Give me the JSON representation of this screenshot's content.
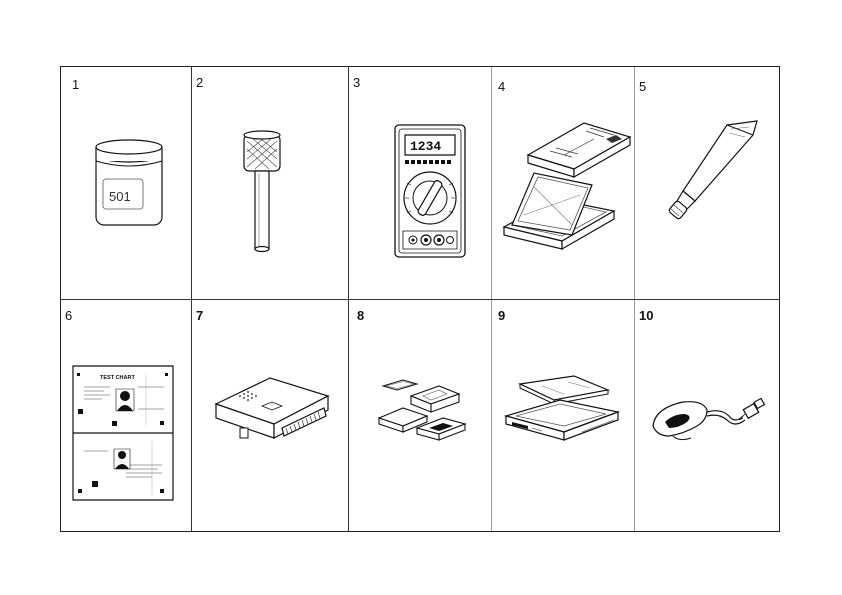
{
  "items": [
    {
      "number": "1",
      "icon": "jar-icon",
      "jar_label": "501"
    },
    {
      "number": "2",
      "icon": "knurled-pin-icon"
    },
    {
      "number": "3",
      "icon": "multimeter-icon",
      "display": "1234"
    },
    {
      "number": "4",
      "icon": "card-and-tray-icon"
    },
    {
      "number": "5",
      "icon": "tube-icon"
    },
    {
      "number": "6",
      "icon": "test-chart-icon",
      "chart_title": "TEST CHART"
    },
    {
      "number": "7",
      "icon": "connector-adapter-icon"
    },
    {
      "number": "8",
      "icon": "card-set-icon"
    },
    {
      "number": "9",
      "icon": "scanner-icon"
    },
    {
      "number": "10",
      "icon": "usb-reader-icon"
    }
  ]
}
